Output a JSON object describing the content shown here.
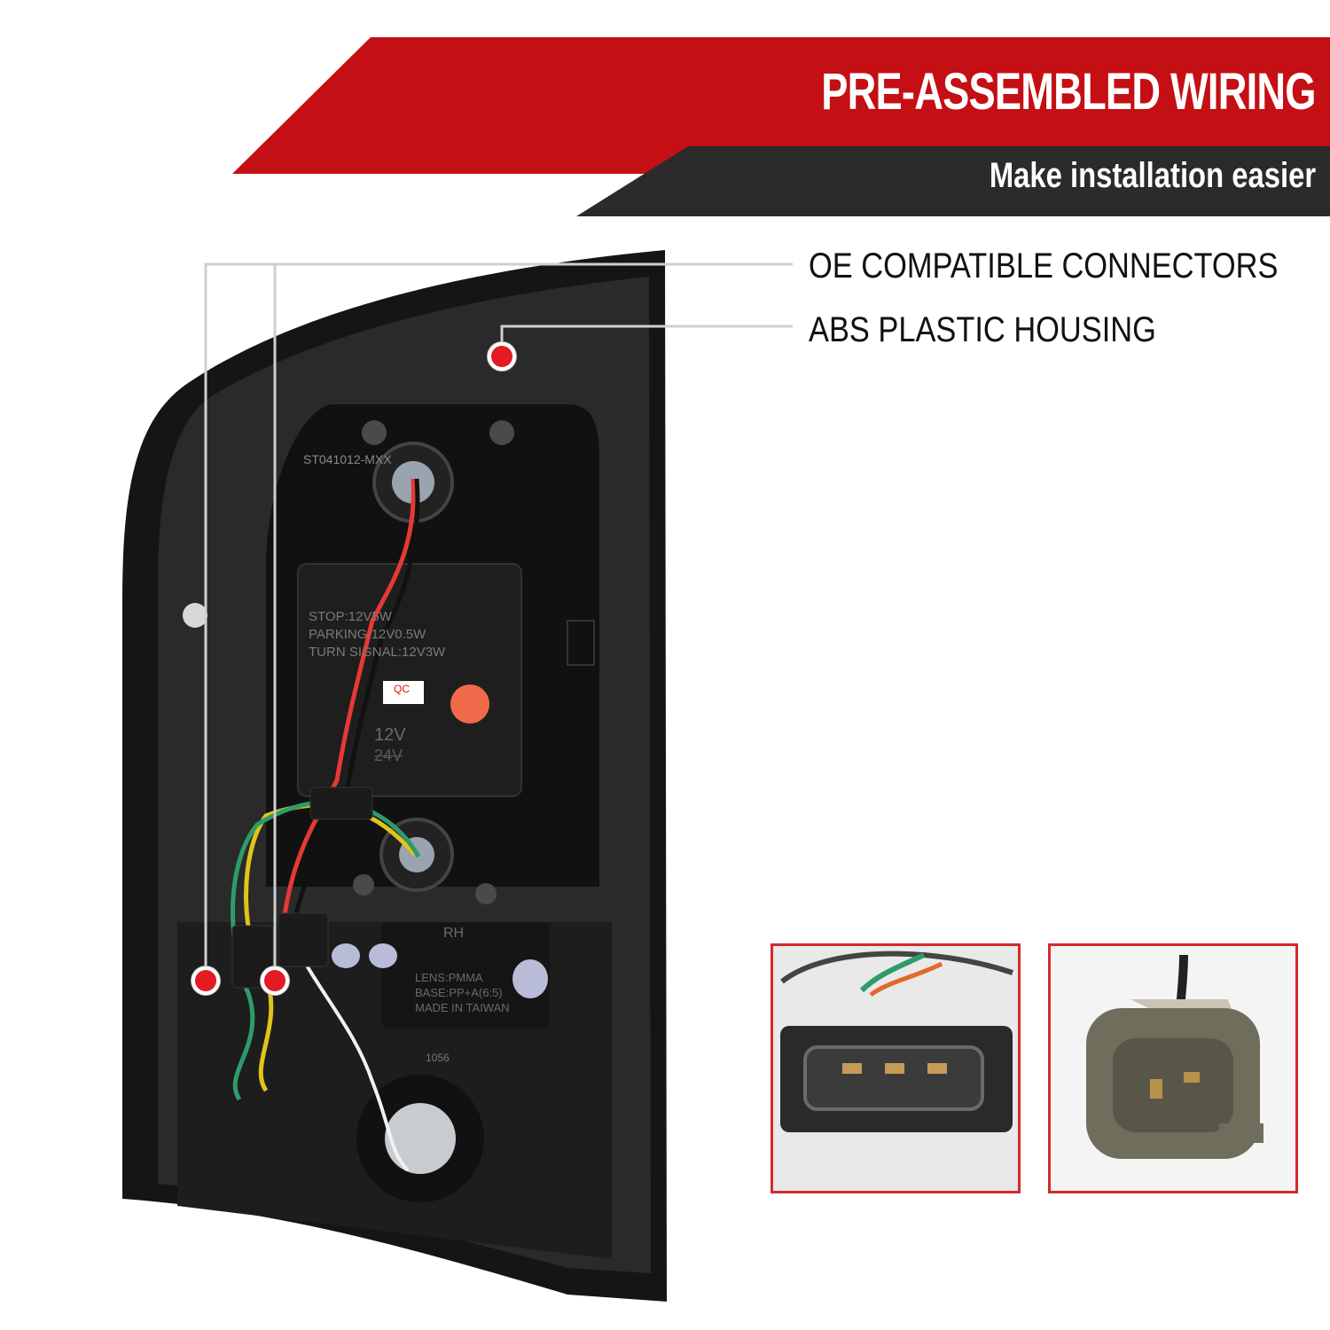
{
  "banner": {
    "title": "PRE-ASSEMBLED WIRING",
    "subtitle": "Make installation easier",
    "colors": {
      "red": "#c40f14",
      "dark": "#2b2b2b"
    }
  },
  "callouts": [
    {
      "label": "OE COMPATIBLE CONNECTORS"
    },
    {
      "label": "ABS PLASTIC HOUSING"
    }
  ],
  "product_labels": {
    "part_code": "ST041012-MXX",
    "stop": "STOP:12V5W",
    "parking": "PARKING:12V0.5W",
    "turn": "TURN SIGNAL:12V3W",
    "qc": "QC",
    "voltage": "12V",
    "voltage_alt": "24V",
    "side": "RH",
    "lens": "LENS:PMMA",
    "base": "BASE:PP+A(6:5)",
    "origin": "MADE IN TAIWAN",
    "bulb": "1056"
  },
  "icons": [
    "tail-light-housing",
    "connector-plug-3pin",
    "connector-plug-2pin",
    "callout-dot"
  ]
}
